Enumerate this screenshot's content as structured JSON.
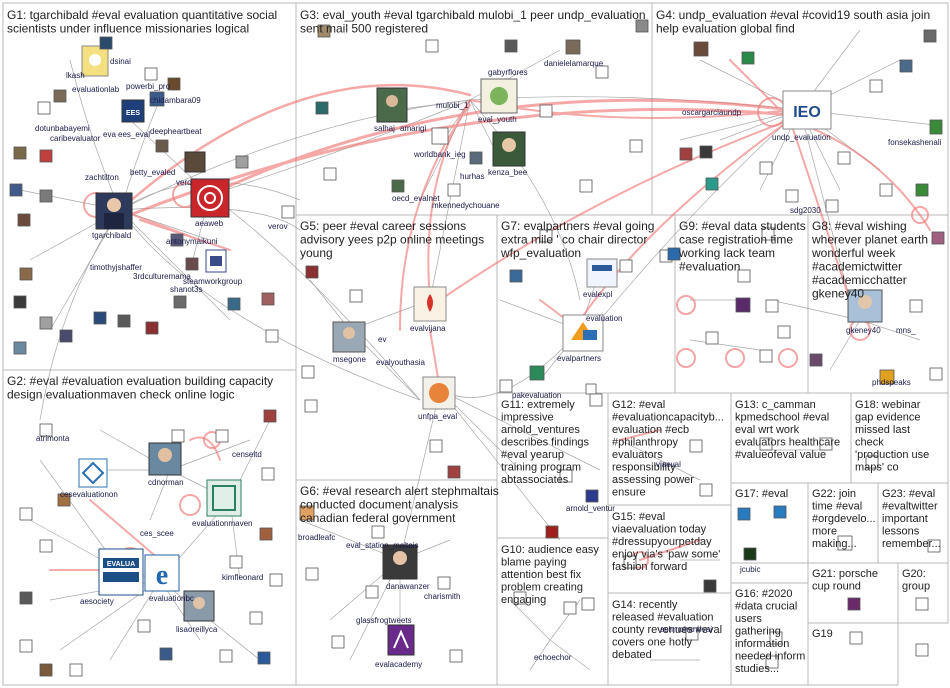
{
  "chart_data": {
    "type": "network",
    "groups": [
      {
        "id": "G1",
        "lines": [
          "G1: tgarchibald #eval evaluation quantitative social",
          "scientists under influence missionaries logical"
        ]
      },
      {
        "id": "G2",
        "lines": [
          "G2: #eval #evaluation evaluation building capacity",
          "design evaluationmaven check online logic"
        ]
      },
      {
        "id": "G3",
        "lines": [
          "G3: eval_youth #eval tgarchibald mulobi_1 peer undp_evaluation",
          "sent mail 500 registered"
        ]
      },
      {
        "id": "G4",
        "lines": [
          "G4: undp_evaluation #eval #covid19 south asia join",
          "help evaluation global find"
        ]
      },
      {
        "id": "G5",
        "lines": [
          "G5: peer #eval career sessions",
          "advisory yees p2p online meetings",
          "young"
        ]
      },
      {
        "id": "G6",
        "lines": [
          "G6: #eval research alert stephmaltais",
          "conducted document analysis",
          "canadian federal government"
        ]
      },
      {
        "id": "G7",
        "lines": [
          "G7: evalpartners #eval going",
          "extra mile ' co chair director",
          "wfp_evaluation"
        ]
      },
      {
        "id": "G8",
        "lines": [
          "G8: #eval wishing",
          "wherever planet earth",
          "wonderful week",
          "#academictwitter",
          "#academicchatter",
          "gkeney40"
        ]
      },
      {
        "id": "G9",
        "lines": [
          "G9: #eval data students",
          "case registration time",
          "working lack team",
          "#evaluation"
        ]
      },
      {
        "id": "G10",
        "lines": [
          "G10: audience easy",
          "blame paying",
          "attention best fix",
          "problem creating",
          "engaging"
        ]
      },
      {
        "id": "G11",
        "lines": [
          "G11: extremely",
          "impressive",
          "arnold_ventures",
          "describes findings",
          "#eval yearup",
          "training program",
          "abtassociates"
        ]
      },
      {
        "id": "G12",
        "lines": [
          "G12: #eval",
          "#evaluationcapacityb...",
          "evaluation #ecb",
          "#philanthropy",
          "evaluators",
          "responsibility",
          "assessing power",
          "ensure"
        ]
      },
      {
        "id": "G13",
        "lines": [
          "G13: c_camman",
          "kpmedschool #eval",
          "eval wrt work",
          "evaluators healthcare",
          "#valueofeval value"
        ]
      },
      {
        "id": "G14",
        "lines": [
          "G14: recently",
          "released #evaluation",
          "county revenues #eval",
          "covers one hotly",
          "debated"
        ]
      },
      {
        "id": "G15",
        "lines": [
          "G15: #eval",
          "viaevaluation today",
          "#dressupyourpetday",
          "enjoy via's 'paw some'",
          "fashion forward"
        ]
      },
      {
        "id": "G16",
        "lines": [
          "G16: #2020",
          "#data crucial",
          "users",
          "gathering",
          "information",
          "needed inform",
          "studies..."
        ]
      },
      {
        "id": "G17",
        "lines": [
          "G17: #eval"
        ]
      },
      {
        "id": "G18",
        "lines": [
          "G18: webinar",
          "gap evidence",
          "missed last",
          "check",
          "'production use",
          "maps' co"
        ]
      },
      {
        "id": "G19",
        "lines": [
          "G19"
        ]
      },
      {
        "id": "G20",
        "lines": [
          "G20:",
          "group"
        ]
      },
      {
        "id": "G21",
        "lines": [
          "G21: porsche",
          "cup round"
        ]
      },
      {
        "id": "G22",
        "lines": [
          "G22: join",
          "time #eval",
          "#orgdevelo...",
          "more",
          "making..."
        ]
      },
      {
        "id": "G23",
        "lines": [
          "G23: #eval",
          "#evaltwitter",
          "important",
          "lessons",
          "remember..."
        ]
      }
    ],
    "labels": [
      "tgarchibald",
      "evaluationlab",
      "dsinai",
      "lkash",
      "dotunbabayemi",
      "chidambara09",
      "caribevaluator",
      "ees_eval",
      "deepheartbeat",
      "eva",
      "betty_evaled",
      "zachtilton",
      "vero",
      "aeaweb",
      "antonymaikuni",
      "timothyjshaffer",
      "3rdculturemama",
      "steamworkgroup",
      "shanot3s",
      "verov",
      "powerbi_pro",
      "atrimonta",
      "ces_scee",
      "censeltd",
      "cdnorman",
      "cesevaluationon",
      "evaluationmaven",
      "kimfleonard",
      "aesociety",
      "evaluationbc",
      "lisaoreillyca",
      "salhaj",
      "amarigi",
      "mulobi_1",
      "eval_youth",
      "gabyrflores",
      "danielelamarque",
      "worldbank_ieg",
      "hurhas",
      "kenza_bee",
      "oecd_evalnet",
      "mkennedychouane",
      "oscargarciaundp",
      "undp_evaluation",
      "fonsekashenali",
      "sdg2030",
      "msegone",
      "evalvijana",
      "evalyouthasia",
      "ev",
      "unfpa_eval",
      "broadleafc",
      "eval_station_maltais",
      "danawanzer",
      "charismith",
      "glassfrogtweets",
      "evalacademy",
      "evalexpl",
      "evaluation",
      "evalpartners",
      "pakevaluation",
      "gkeney40",
      "mns_",
      "phdspeaks",
      "echoechor",
      "arnold_ventur",
      "viaeval",
      "ashmohanevai",
      "jcubic"
    ]
  }
}
